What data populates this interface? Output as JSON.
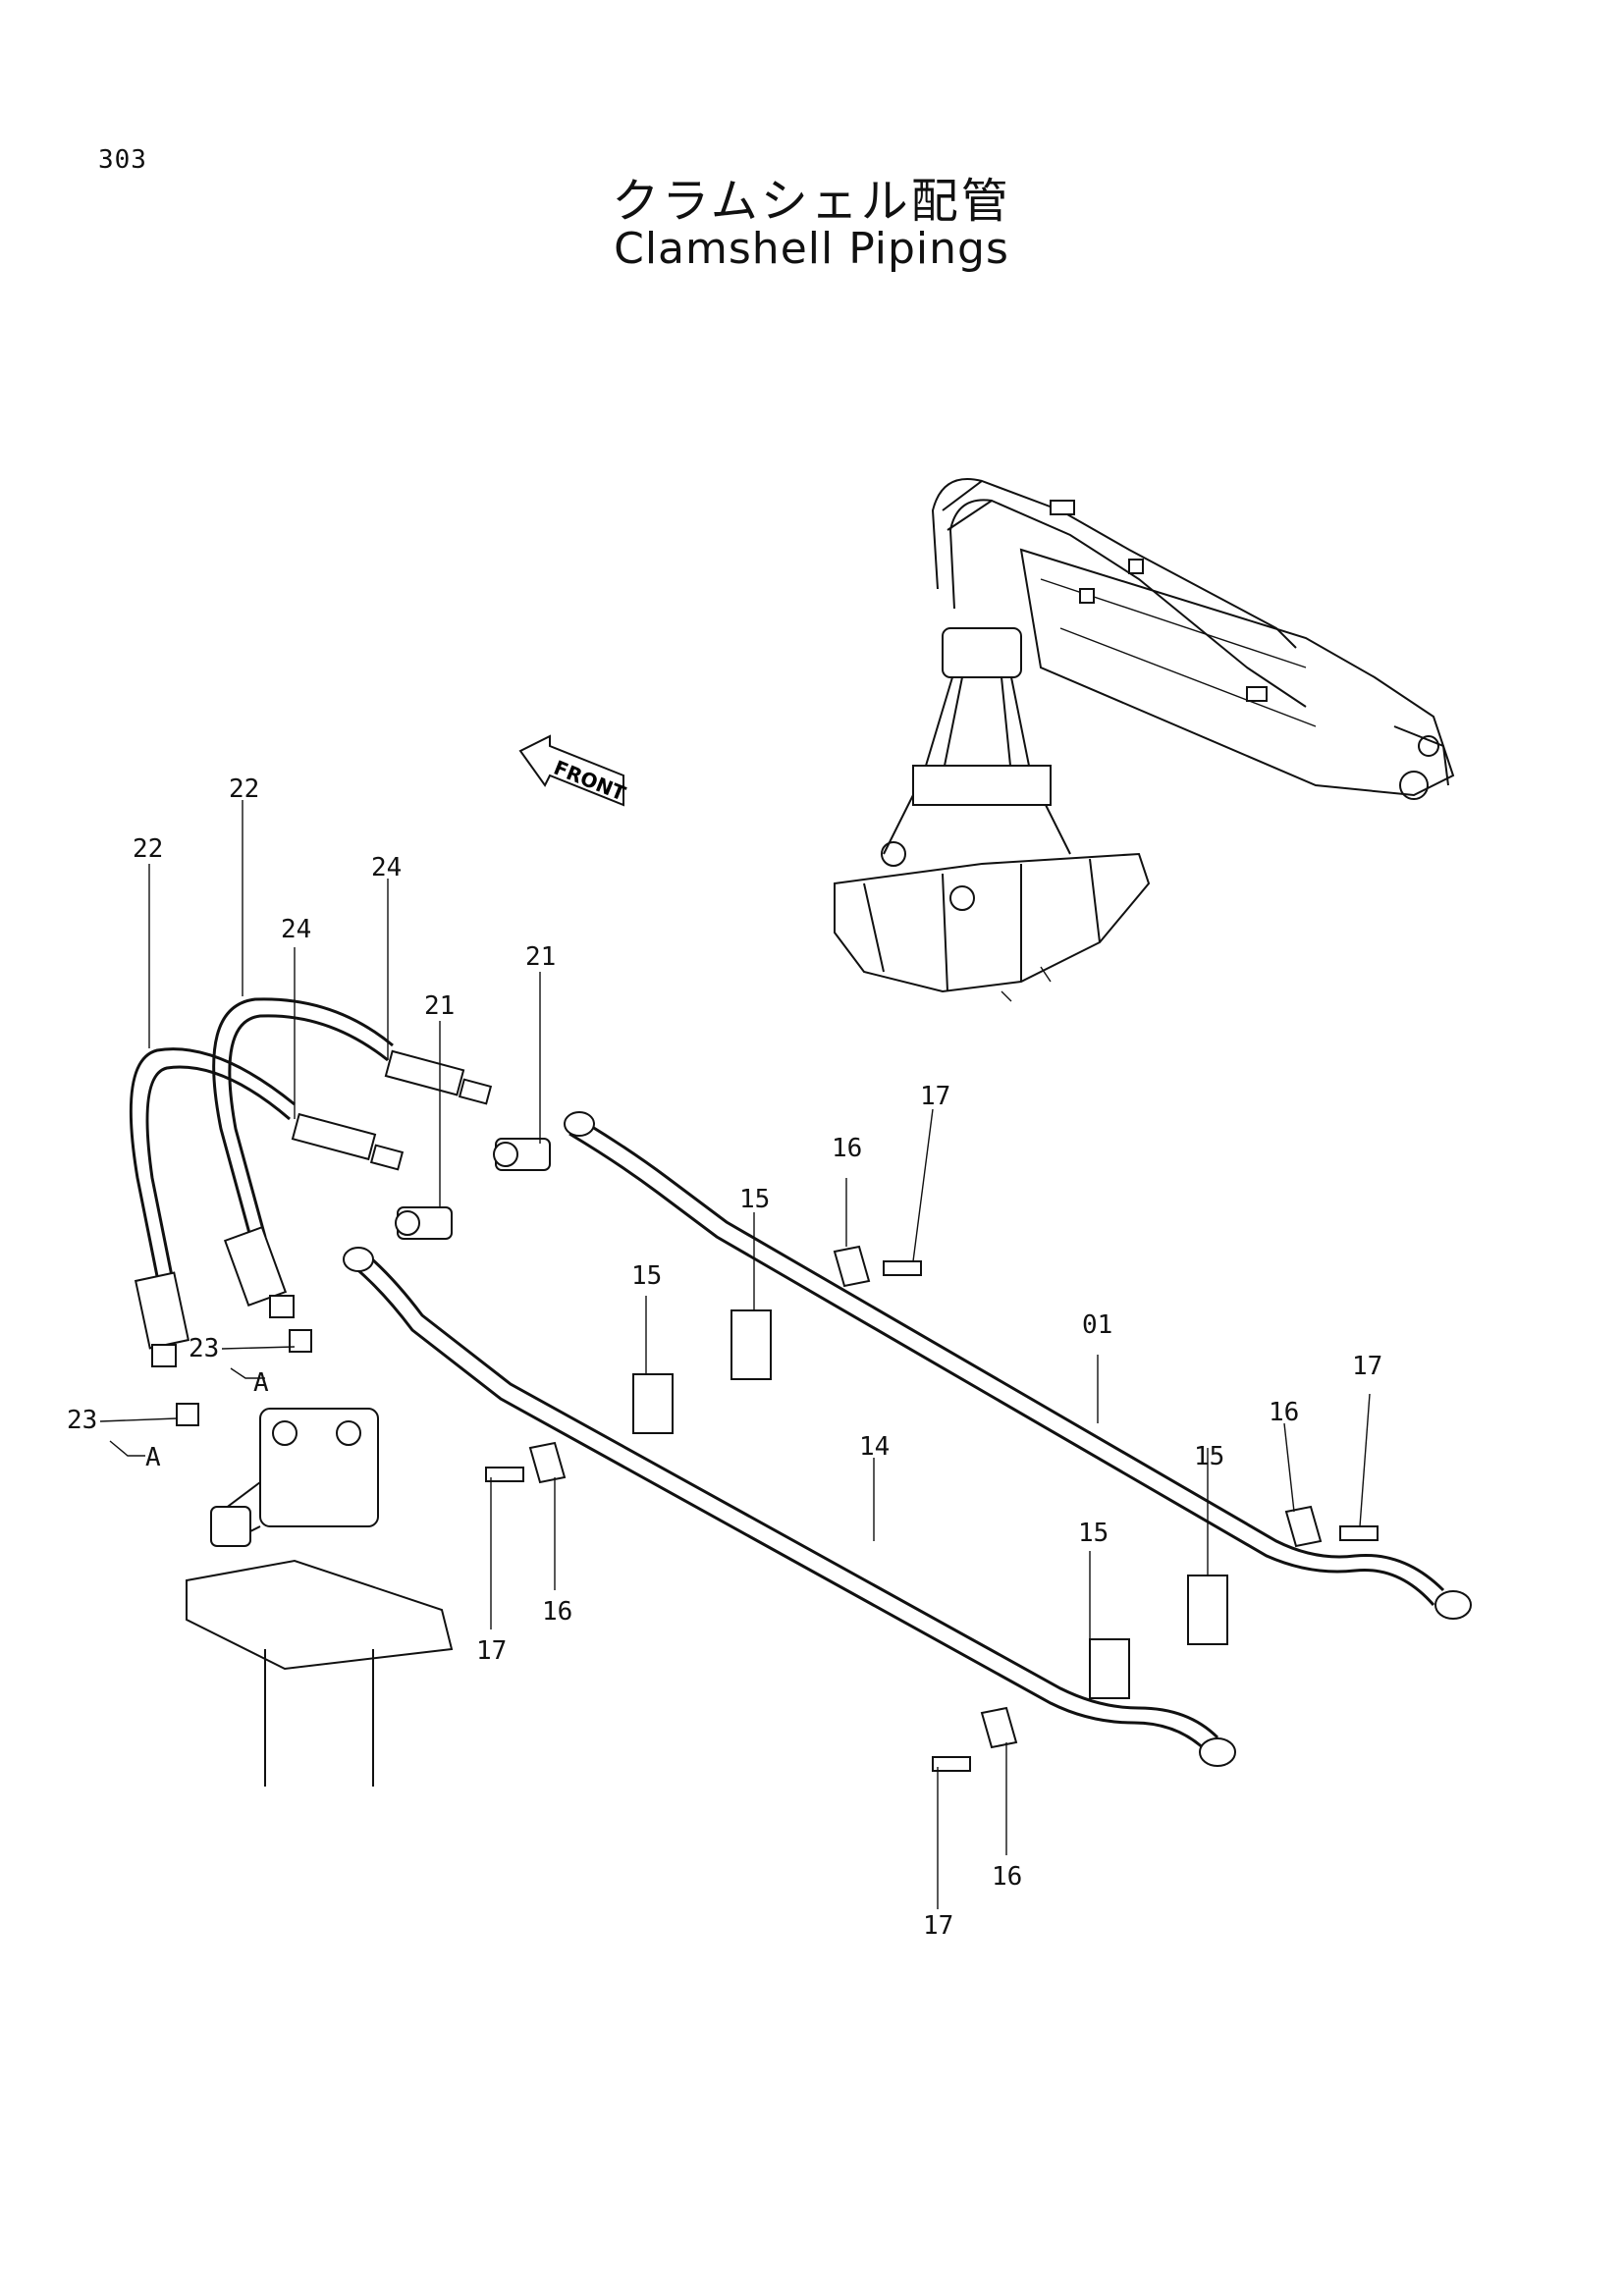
{
  "page_number": "303",
  "title_jp": "クラムシェル配管",
  "title_en": "Clamshell Pipings",
  "front_label": "FRONT",
  "callouts": {
    "c22a": "22",
    "c22b": "22",
    "c24a": "24",
    "c24b": "24",
    "c21a": "21",
    "c21b": "21",
    "c23a": "23",
    "c23b": "23",
    "cAa": "A",
    "cAb": "A",
    "c15a": "15",
    "c15b": "15",
    "c15c": "15",
    "c15d": "15",
    "c16a": "16",
    "c16b": "16",
    "c16c": "16",
    "c16d": "16",
    "c17a": "17",
    "c17b": "17",
    "c17c": "17",
    "c17d": "17",
    "c01": "01",
    "c14": "14"
  }
}
